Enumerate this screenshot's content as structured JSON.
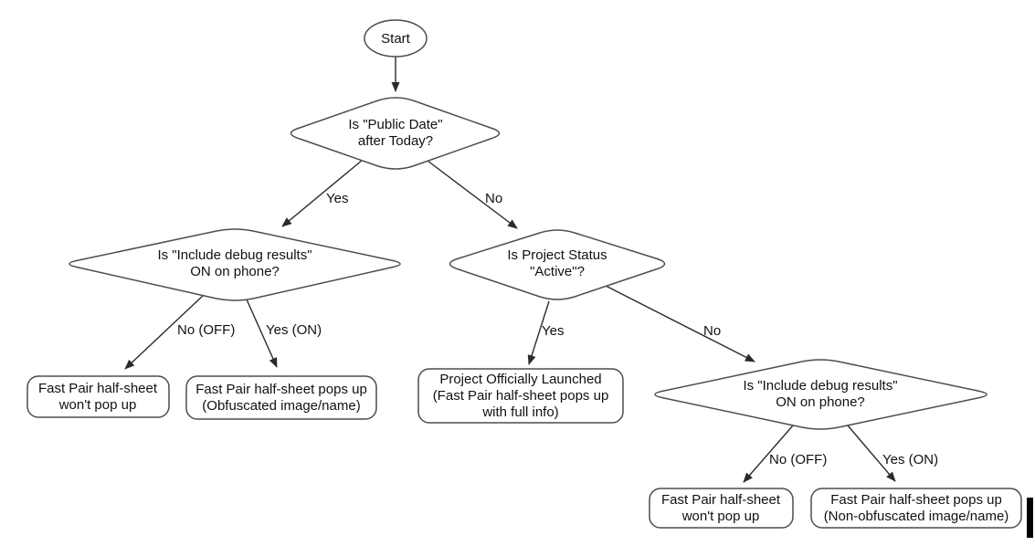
{
  "colors": {
    "background": "#ffffff",
    "shape_stroke": "#4d4d4d",
    "arrow": "#2b2b2b",
    "text": "#111111"
  },
  "nodes": {
    "start": {
      "label": "Start"
    },
    "public_date": {
      "line1": "Is \"Public Date\"",
      "line2": "after Today?"
    },
    "debug_left": {
      "line1": "Is \"Include debug results\"",
      "line2": "ON on phone?"
    },
    "project_status": {
      "line1": "Is Project Status",
      "line2": "\"Active\"?"
    },
    "debug_right": {
      "line1": "Is \"Include debug results\"",
      "line2": "ON on phone?"
    },
    "no_popup_left": {
      "line1": "Fast Pair half-sheet",
      "line2": "won't pop up"
    },
    "obfuscated": {
      "line1": "Fast Pair half-sheet pops up",
      "line2": "(Obfuscated image/name)"
    },
    "launched": {
      "line1": "Project Officially Launched",
      "line2": "(Fast Pair half-sheet pops up",
      "line3": "with full info)"
    },
    "no_popup_right": {
      "line1": "Fast Pair half-sheet",
      "line2": "won't pop up"
    },
    "non_obfuscated": {
      "line1": "Fast Pair half-sheet pops up",
      "line2": "(Non-obfuscated image/name)"
    }
  },
  "edges": {
    "public_date_yes": "Yes",
    "public_date_no": "No",
    "debug_left_no": "No (OFF)",
    "debug_left_yes": "Yes (ON)",
    "status_yes": "Yes",
    "status_no": "No",
    "debug_right_no": "No (OFF)",
    "debug_right_yes": "Yes (ON)"
  }
}
